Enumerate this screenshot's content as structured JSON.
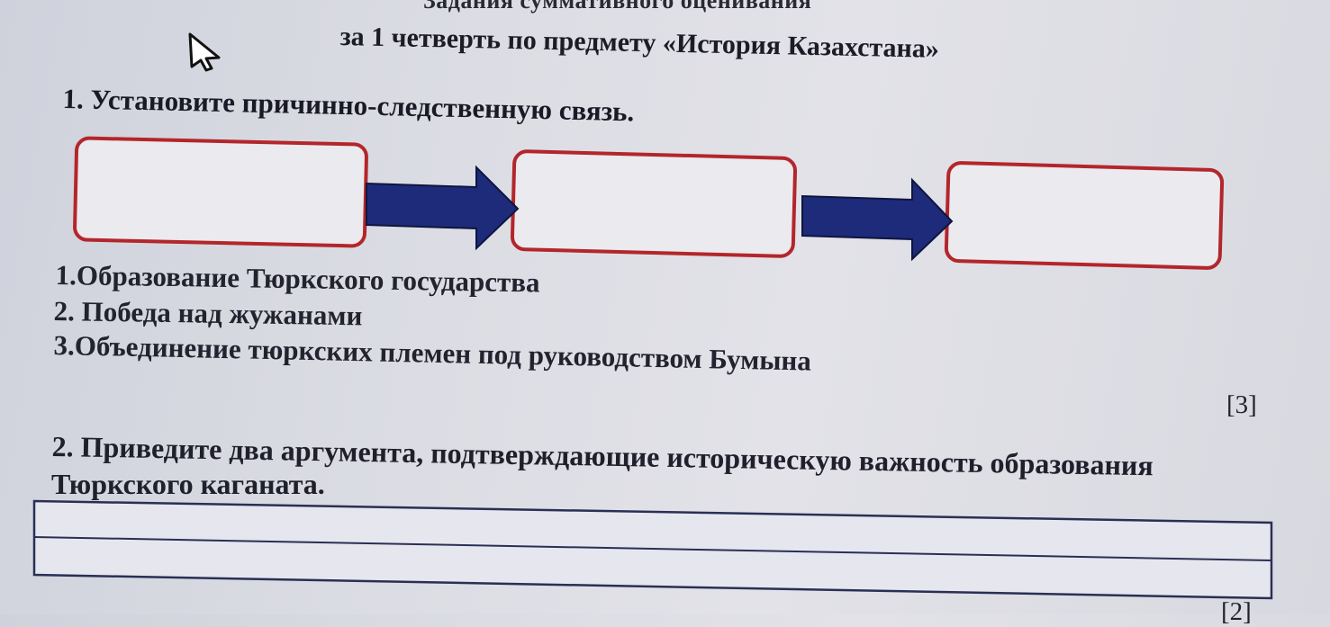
{
  "header": {
    "top_line": "Задания суммативного оценивания",
    "title": "за 1 четверть по предмету «История Казахстана»"
  },
  "question1": {
    "prompt": "1. Установите причинно-следственную связь.",
    "options": [
      "1.Образование Тюркского государства",
      "2. Победа над жужанами",
      "3.Объединение тюркских племен под руководством Бумына"
    ],
    "score": "[3]"
  },
  "question2": {
    "prompt_line1": "2. Приведите два аргумента, подтверждающие историческую важность образования",
    "prompt_line2": "Тюркского каганата."
  },
  "footer": {
    "score_partial": "[2]"
  },
  "colors": {
    "box_border": "#b3262a",
    "arrow": "#1e2a7a"
  },
  "icons": [
    "cursor-arrow-icon"
  ]
}
